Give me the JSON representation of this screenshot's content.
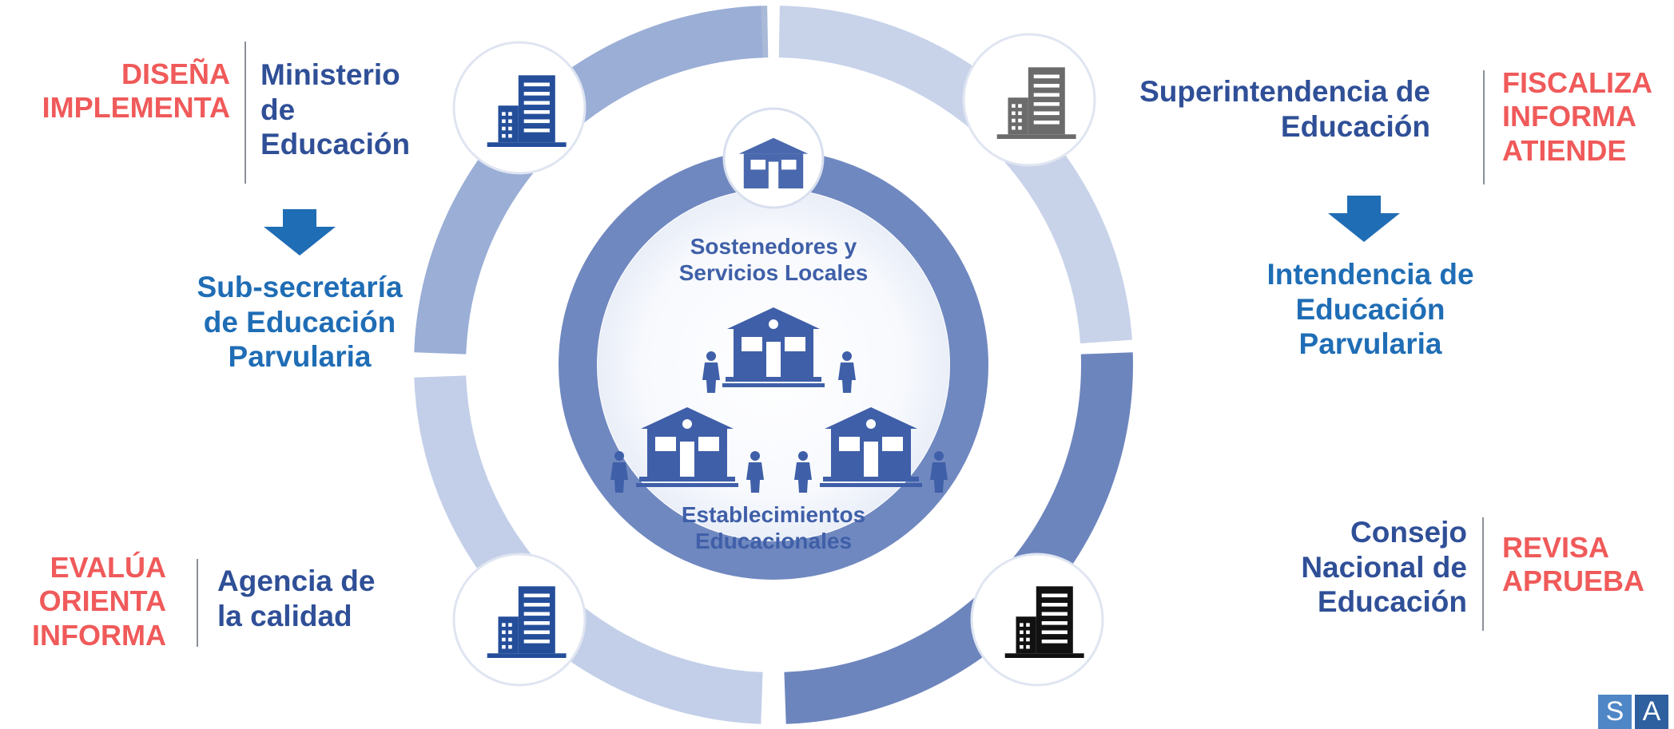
{
  "left_top": {
    "actions": "DISEÑA\nIMPLEMENTA",
    "org": "Ministerio\nde\nEducación",
    "sub_org": "Sub-secretaría\nde Educación\nParvularia"
  },
  "right_top": {
    "org": "Superintendencia de\nEducación",
    "actions": "FISCALIZA\nINFORMA\nATIENDE",
    "sub_org": "Intendencia de\nEducación\nParvularia"
  },
  "left_bottom": {
    "actions": "EVALÚA\nORIENTA\nINFORMA",
    "org": "Agencia de\nla calidad"
  },
  "right_bottom": {
    "org": "Consejo\nNacional de\nEducación",
    "actions": "REVISA\nAPRUEBA"
  },
  "center": {
    "top_label": "Sostenedores y\nServicios Locales",
    "bottom_label": "Establecimientos\nEducacionales"
  },
  "logo": {
    "letters": [
      "S",
      "A"
    ]
  },
  "colors": {
    "action_red": "#f05a5a",
    "org_navy": "#2f4f97",
    "sub_blue": "#1f6db5",
    "ring_light": "#a9b9d8",
    "ring_dark": "#6d85bd",
    "building_blue": "#244e9a",
    "building_gray": "#6b6b6b",
    "building_black": "#111111"
  },
  "icons": [
    "building-icon",
    "house-icon",
    "person-icon",
    "arrow-down-icon"
  ]
}
